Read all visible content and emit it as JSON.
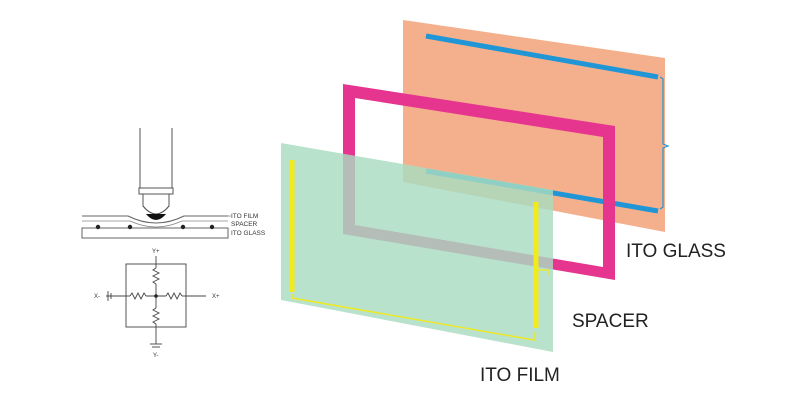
{
  "labels": {
    "ito_glass": "ITO GLASS",
    "spacer": "SPACER",
    "ito_film": "ITO FILM"
  },
  "cross_section": {
    "layer_labels": [
      "ITO FILM",
      "SPACER",
      "ITO GLASS"
    ]
  },
  "circuit": {
    "y_plus": "Y+",
    "y_minus": "Y-",
    "x_plus": "X+",
    "x_minus": "X-"
  },
  "colors": {
    "glass_fill": "#f4b08c",
    "glass_electrode": "#2196d6",
    "spacer_frame": "#e5358f",
    "film_fill": "#a8dcc0",
    "film_electrode": "#f2ea1c"
  }
}
